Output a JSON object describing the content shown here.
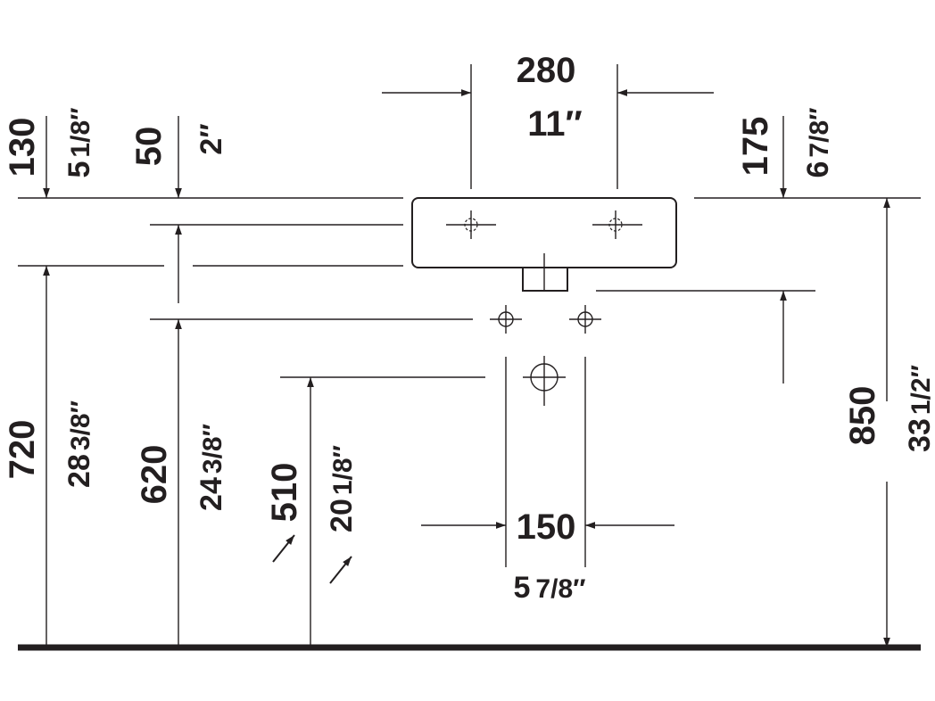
{
  "dimensions": {
    "width_top": {
      "mm": "280",
      "inch": "11″"
    },
    "offset_left": {
      "mm": "130",
      "inch_whole": "5",
      "inch_frac": "1/8″"
    },
    "offset_small": {
      "mm": "50",
      "inch": "2″"
    },
    "offset_right": {
      "mm": "175",
      "inch_whole": "6",
      "inch_frac": "7/8″"
    },
    "height_rim": {
      "mm": "720",
      "inch_whole": "28",
      "inch_frac": "3/8″"
    },
    "height_supply": {
      "mm": "620",
      "inch_whole": "24",
      "inch_frac": "3/8″"
    },
    "height_drain": {
      "mm": "510",
      "inch_whole": "20",
      "inch_frac": "1/8″"
    },
    "height_total": {
      "mm": "850",
      "inch_whole": "33",
      "inch_frac": "1/2″"
    },
    "spacing_supply": {
      "mm": "150",
      "inch_whole": "5",
      "inch_frac": "7/8″"
    }
  },
  "colors": {
    "line": "#231f20",
    "background": "#ffffff"
  }
}
